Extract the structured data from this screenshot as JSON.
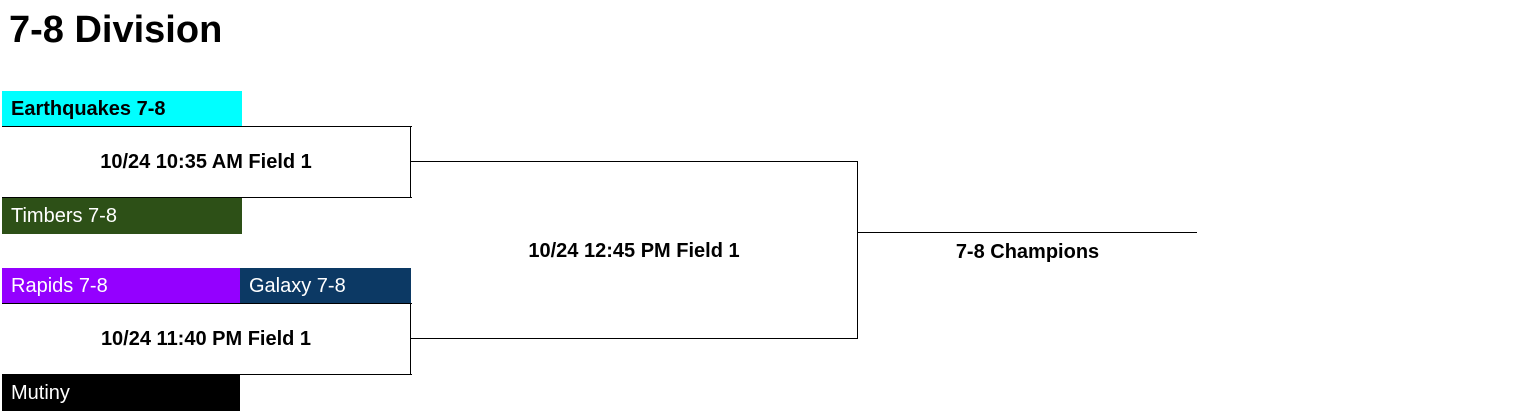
{
  "division": {
    "title": "7-8 Division"
  },
  "bracket": {
    "round1": [
      {
        "top_team": {
          "name": "Earthquakes 7-8",
          "color": "#00FFFF",
          "text_color": "#000000",
          "bold": true
        },
        "game": "10/24 10:35 AM Field 1",
        "bottom_team": {
          "name": "Timbers 7-8",
          "color": "#2D5017",
          "text_color": "#FFFFFF",
          "bold": false
        }
      },
      {
        "top_team": {
          "name": "Rapids 7-8",
          "color": "#9400FF",
          "text_color": "#FFFFFF",
          "bold": false
        },
        "top_team_alt": {
          "name": "Galaxy 7-8",
          "color": "#0C3964",
          "text_color": "#FFFFFF",
          "bold": false
        },
        "game": "10/24 11:40 PM Field 1",
        "bottom_team": {
          "name": "Mutiny",
          "color": "#000000",
          "text_color": "#FFFFFF",
          "bold": false
        }
      }
    ],
    "final": {
      "game": "10/24 12:45 PM Field 1"
    },
    "champion": {
      "label": "7-8 Champions"
    }
  }
}
